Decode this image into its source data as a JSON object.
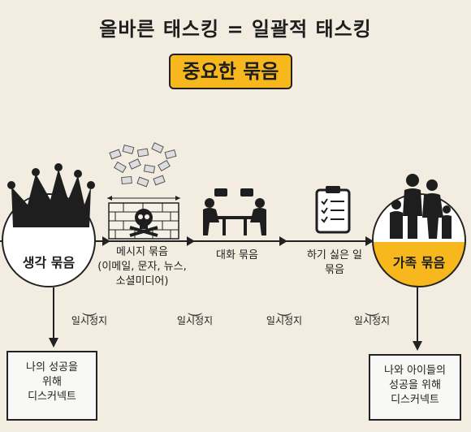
{
  "title": "올바른 태스킹 = 일괄적 태스킹",
  "subtitle": "중요한 묶음",
  "steps": {
    "thought": "생각 묶음",
    "message_line1": "메시지 묶음",
    "message_line2": "(이메일, 문자, 뉴스,",
    "message_line3": "소셜미디어)",
    "conversation": "대화 묶음",
    "todo_line1": "하기 싫은 일",
    "todo_line2": "묶음",
    "family": "가족 묶음"
  },
  "pauses": [
    "일시정지",
    "일시정지",
    "일시정지",
    "일시정지"
  ],
  "notes": {
    "left_line1": "나의 성공을",
    "left_line2": "위해",
    "left_line3": "디스커넥트",
    "right_line1": "나와 아이들의",
    "right_line2": "성공을 위해",
    "right_line3": "디스커넥트"
  },
  "colors": {
    "accent": "#f6b81c",
    "background": "#f2ede0",
    "ink": "#222222"
  },
  "icons": [
    "crown-icon",
    "mail-pile-icon",
    "skull-wall-icon",
    "meeting-icon",
    "checklist-icon",
    "family-icon"
  ]
}
